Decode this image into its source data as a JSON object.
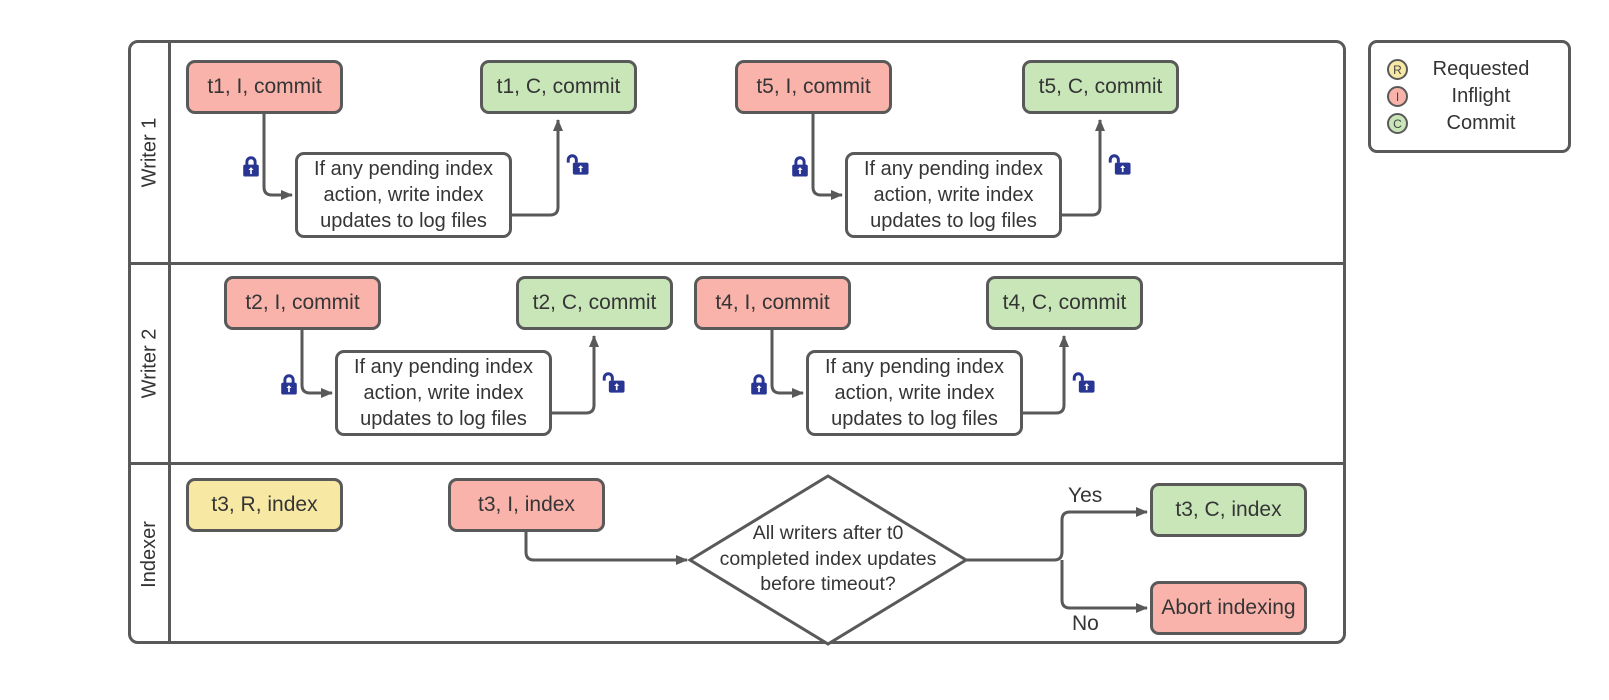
{
  "lanes": [
    {
      "label": "Writer 1"
    },
    {
      "label": "Writer 2"
    },
    {
      "label": "Indexer"
    }
  ],
  "groups": {
    "w1a": {
      "inflight": "t1, I, commit",
      "process": "If any pending index action, write index updates to log files",
      "commit": "t1, C, commit"
    },
    "w1b": {
      "inflight": "t5, I, commit",
      "process": "If any pending index action, write index updates to log files",
      "commit": "t5, C, commit"
    },
    "w2a": {
      "inflight": "t2, I, commit",
      "process": "If any pending index action, write index updates to log files",
      "commit": "t2, C, commit"
    },
    "w2b": {
      "inflight": "t4, I, commit",
      "process": "If any pending index action, write index updates to log files",
      "commit": "t4, C, commit"
    }
  },
  "indexer": {
    "requested": "t3, R, index",
    "inflight": "t3, I, index",
    "decision": "All writers after t0 completed index updates before timeout?",
    "yes": "Yes",
    "no": "No",
    "commit": "t3, C, index",
    "abort": "Abort indexing"
  },
  "legend": {
    "items": [
      {
        "letter": "R",
        "label": "Requested",
        "color": "#f7e8a4"
      },
      {
        "letter": "I",
        "label": "Inflight",
        "color": "#f9b3ab"
      },
      {
        "letter": "C",
        "label": "Commit",
        "color": "#c8e6b8"
      }
    ]
  },
  "colors": {
    "requested_fill": "#f7e8a4",
    "inflight_fill": "#f9b3ab",
    "commit_fill": "#c8e6b8",
    "node_border": "#595959",
    "connector": "#595959",
    "lock": "#283593",
    "text": "#3a3a3a"
  }
}
